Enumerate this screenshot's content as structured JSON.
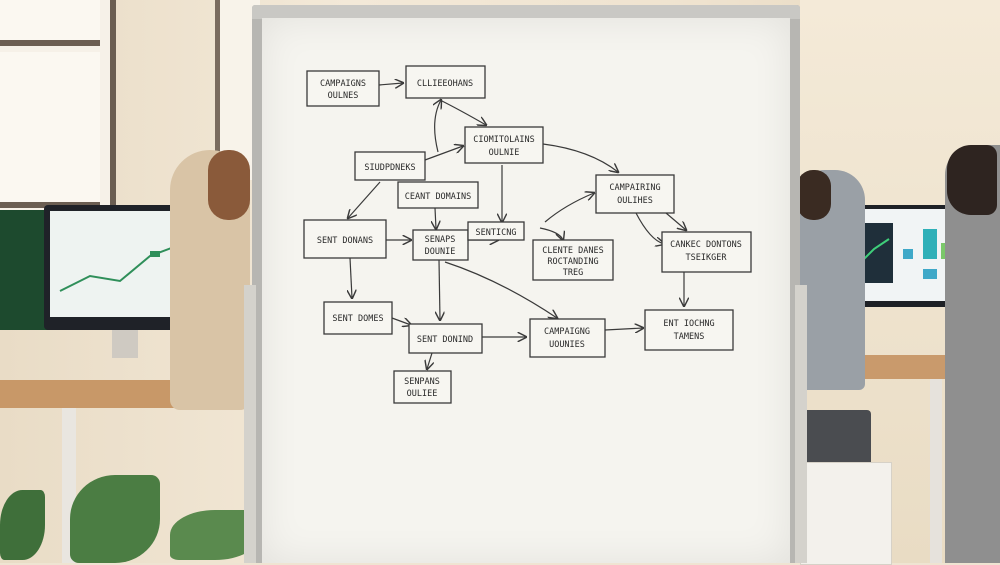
{
  "scene": "office-whiteboard-flowchart",
  "colors": {
    "board": "#f5f4ef",
    "ink": "#2a2a2a",
    "wall": "#efe4d2",
    "desk": "#c89868"
  },
  "diagram": {
    "nodes": [
      {
        "id": "n1",
        "lines": [
          "CAMPAIGNS",
          "OULNES"
        ]
      },
      {
        "id": "n2",
        "lines": [
          "CLLIEEOHANS"
        ]
      },
      {
        "id": "n3",
        "lines": [
          "CIOMITOLAINS",
          "OULNIE"
        ]
      },
      {
        "id": "n4",
        "lines": [
          "SIUDPDNEKS"
        ]
      },
      {
        "id": "n5",
        "lines": [
          "CEANT DOMAINS"
        ]
      },
      {
        "id": "n6",
        "lines": [
          "CAMPAIRING",
          "OULIHES"
        ]
      },
      {
        "id": "n7",
        "lines": [
          "SENT DONANS"
        ]
      },
      {
        "id": "n8",
        "lines": [
          "SENAPS",
          "DOUNIE"
        ]
      },
      {
        "id": "n9",
        "lines": [
          "SENTICNG"
        ]
      },
      {
        "id": "n10",
        "lines": [
          "CLENTE DANES",
          "ROCTANDING",
          "TREG"
        ]
      },
      {
        "id": "n11",
        "lines": [
          "CANKEC DONTONS",
          "TSEIKGER"
        ]
      },
      {
        "id": "n12",
        "lines": [
          "SENT DOMES"
        ]
      },
      {
        "id": "n13",
        "lines": [
          "SENT DONIND"
        ]
      },
      {
        "id": "n14",
        "lines": [
          "CAMPAIGNG",
          "UOUNIES"
        ]
      },
      {
        "id": "n15",
        "lines": [
          "ENT IOCHNG",
          "TAMENS"
        ]
      },
      {
        "id": "n16",
        "lines": [
          "SENPANS",
          "OULIEE"
        ]
      }
    ]
  }
}
